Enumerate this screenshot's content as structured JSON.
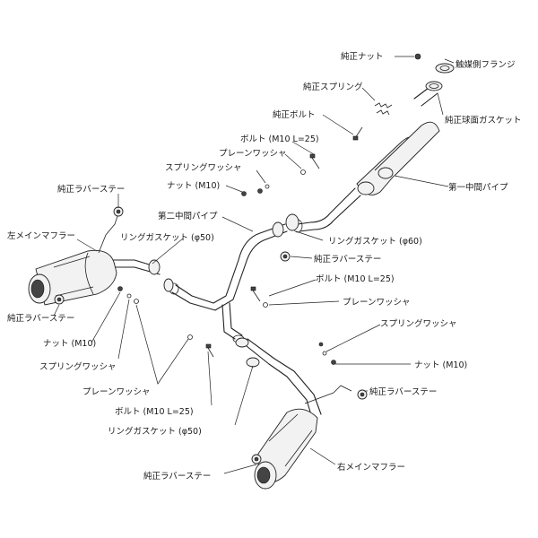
{
  "labels": {
    "stock_nut_top": "純正ナット",
    "cat_flange": "触媒側フランジ",
    "stock_spring": "純正スプリング",
    "stock_bolt": "純正ボルト",
    "stock_spherical_gasket": "純正球面ガスケット",
    "bolt_top": "ボルト (M10 L=25)",
    "plain_washer_top": "プレーンワッシャ",
    "spring_washer_top": "スプリングワッシャ",
    "nut_top": "ナット (M10)",
    "first_mid_pipe": "第一中間パイプ",
    "stock_rubber_stay_top_left": "純正ラバーステー",
    "second_mid_pipe": "第二中間パイプ",
    "left_main_muffler": "左メインマフラー",
    "ring_gasket_50_upper": "リングガスケット (φ50)",
    "ring_gasket_60": "リングガスケット (φ60)",
    "stock_rubber_stay_mid": "純正ラバーステー",
    "bolt_right": "ボルト (M10 L=25)",
    "stock_rubber_stay_left": "純正ラバーステー",
    "plain_washer_right": "プレーンワッシャ",
    "nut_left": "ナット (M10)",
    "spring_washer_right": "スプリングワッシャ",
    "spring_washer_left": "スプリングワッシャ",
    "nut_right": "ナット (M10)",
    "plain_washer_left": "プレーンワッシャ",
    "stock_rubber_stay_right": "純正ラバーステー",
    "bolt_bottom": "ボルト (M10 L=25)",
    "ring_gasket_50_lower": "リングガスケット (φ50)",
    "stock_rubber_stay_bottom": "純正ラバーステー",
    "right_main_muffler": "右メインマフラー"
  },
  "colors": {
    "line": "#222222",
    "part_fill": "#f2f2f2",
    "background": "#ffffff"
  }
}
